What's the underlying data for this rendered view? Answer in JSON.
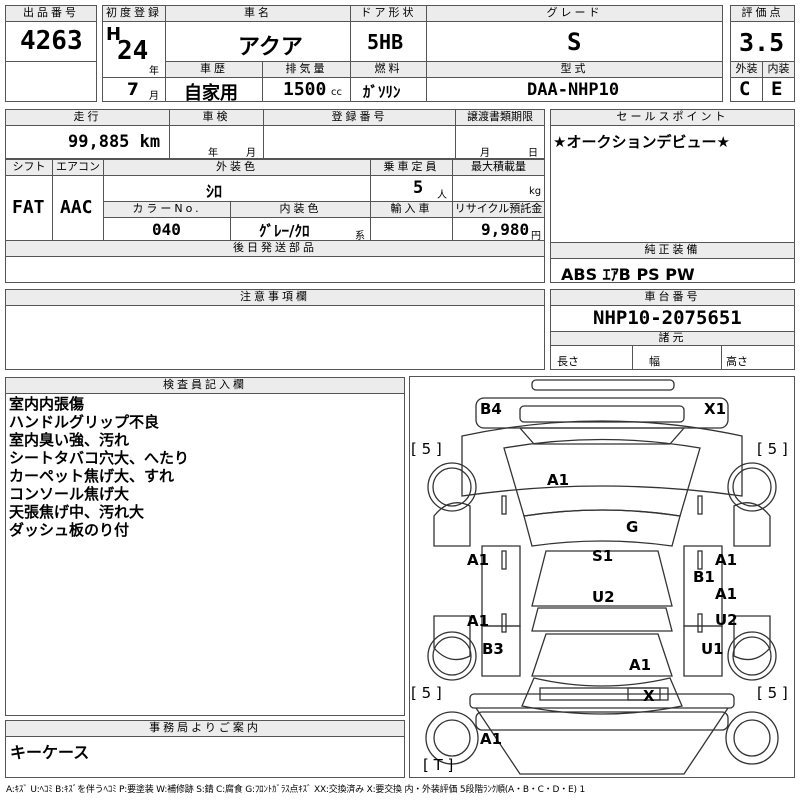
{
  "header": {
    "lot_no_label": "出品番号",
    "lot_no": "4263",
    "first_reg_label": "初度登録",
    "era": "H",
    "year": "24",
    "year_unit": "年",
    "month": "7",
    "month_unit": "月",
    "car_name_label": "車名",
    "car_name": "アクア",
    "door_label": "ドア形状",
    "door": "5HB",
    "grade_label": "グレード",
    "grade": "S",
    "score_label": "評価点",
    "score": "3.5",
    "history_label": "車歴",
    "history": "自家用",
    "displacement_label": "排気量",
    "displacement": "1500",
    "displacement_unit": "cc",
    "fuel_label": "燃料",
    "fuel": "ｶﾞｿﾘﾝ",
    "model_label": "型式",
    "model": "DAA-NHP10",
    "exterior_label": "外装",
    "exterior": "C",
    "interior_label": "内装",
    "interior": "E"
  },
  "row2": {
    "mileage_label": "走行",
    "mileage": "99,885 km",
    "inspection_label": "車検",
    "inspection_year": "年",
    "inspection_month": "月",
    "regno_label": "登録番号",
    "transfer_label": "譲渡書類期限",
    "transfer_month": "月",
    "transfer_day": "日",
    "sales_label": "セールスポイント",
    "sales": "★オークションデビュー★"
  },
  "row3": {
    "shift_label": "シフト",
    "shift": "FAT",
    "ac_label": "エアコン",
    "ac": "AAC",
    "color_label": "外装色",
    "color": "ｼﾛ",
    "capacity_label": "乗車定員",
    "capacity": "5",
    "capacity_unit": "人",
    "load_label": "最大積載量",
    "load_unit": "kg",
    "colorno_label": "カラーNo.",
    "colorno": "040",
    "intcolor_label": "内装色",
    "intcolor": "ｸﾞﾚｰ/ｸﾛ",
    "intcolor_unit": "系",
    "import_label": "輸入車",
    "recycle_label": "リサイクル預託金",
    "recycle": "9,980",
    "recycle_unit": "円"
  },
  "later_parts_label": "後日発送部品",
  "equipment_label": "純正装備",
  "equipment": "ABS ｴｱB PS PW",
  "notes_label": "注意事項欄",
  "chassis_label": "車台番号",
  "chassis": "NHP10-2075651",
  "specs_label": "諸元",
  "length_label": "長さ",
  "width_label": "幅",
  "height_label": "高さ",
  "inspector_label": "検査員記入欄",
  "inspector_notes": [
    "室内内張傷",
    "ハンドルグリップ不良",
    "室内臭い強、汚れ",
    "シートタバコ穴大、へたり",
    "カーペット焦げ大、すれ",
    "コンソール焦げ大",
    "天張焦げ中、汚れ大",
    "ダッシュ板のり付"
  ],
  "office_label": "事務局よりご案内",
  "office": "キーケース",
  "diagram": {
    "marks": [
      "B4",
      "X1",
      "A1",
      "G",
      "A1",
      "S1",
      "A1",
      "B1",
      "U2",
      "A1",
      "A1",
      "U2",
      "B3",
      "U1",
      "A1",
      "X",
      "A1"
    ],
    "tires": [
      "[ 5 ]",
      "[ 5 ]",
      "[ 5 ]",
      "[ 5 ]"
    ],
    "spare": "[ T ]"
  },
  "legend": "A:ｷｽﾞ U:ﾍｺﾐ B:ｷｽﾞを伴うﾍｺﾐ P:要塗装 W:補修跡 S:錆 C:腐食 G:ﾌﾛﾝﾄｶﾞﾗｽ点ｷｽﾞ XX:交換済み X:要交換 内・外装評価 5段階ﾗﾝｸ順(A・B・C・D・E) 1"
}
